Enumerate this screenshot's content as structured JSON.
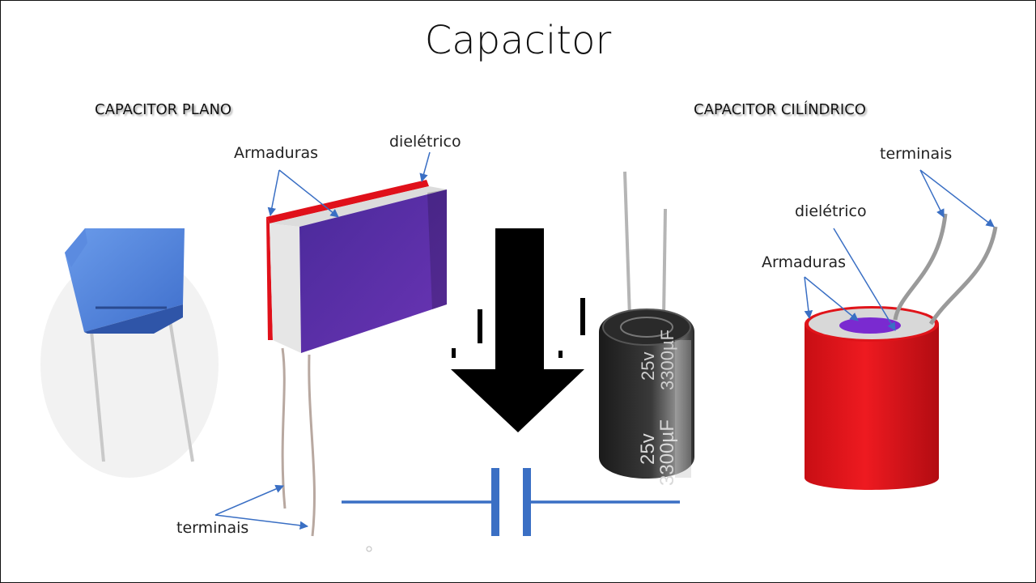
{
  "title": "Capacitor",
  "left": {
    "heading": "CAPACITOR PLANO",
    "label_armaduras": "Armaduras",
    "label_dieletrico": "dielétrico",
    "label_terminais": "terminais"
  },
  "right": {
    "heading": "CAPACITOR CILÍNDRICO",
    "label_terminais": "terminais",
    "label_dieletrico": "dielétrico",
    "label_armaduras": "Armaduras"
  },
  "electrolytic_marking": {
    "voltage": "25v",
    "capacitance": "3300µF"
  },
  "colors": {
    "pointer_line": "#3a6fc4",
    "symbol": "#3a6fc4",
    "plate_red": "#e0101a",
    "dielectric_purple": "#5a2aa0",
    "cylinder_red": "#e0141a",
    "film_cap_blue": "#4d7fd8"
  }
}
